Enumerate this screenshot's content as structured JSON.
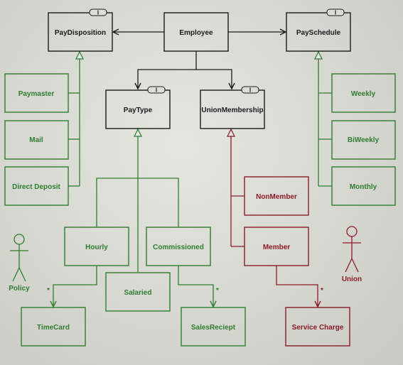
{
  "colors": {
    "black": "#1a1a1a",
    "green": "#2e7d2e",
    "red": "#8a1c2a",
    "background": "#dcdcd7"
  },
  "classes": {
    "pay_disposition": "PayDisposition",
    "employee": "Employee",
    "pay_schedule": "PaySchedule",
    "pay_type": "PayType",
    "union_membership": "UnionMembership",
    "paymaster": "Paymaster",
    "mail": "Mail",
    "direct_deposit": "Direct Deposit",
    "weekly": "Weekly",
    "biweekly": "BiWeekly",
    "monthly": "Monthly",
    "hourly": "Hourly",
    "commissioned": "Commissioned",
    "salaried": "Salaried",
    "nonmember": "NonMember",
    "member": "Member",
    "timecard": "TimeCard",
    "salesreciept": "SalesReciept",
    "service_charge": "Service Charge"
  },
  "interface_marker": "I",
  "actors": {
    "policy": "Policy",
    "union": "Union"
  },
  "multiplicity": "*"
}
